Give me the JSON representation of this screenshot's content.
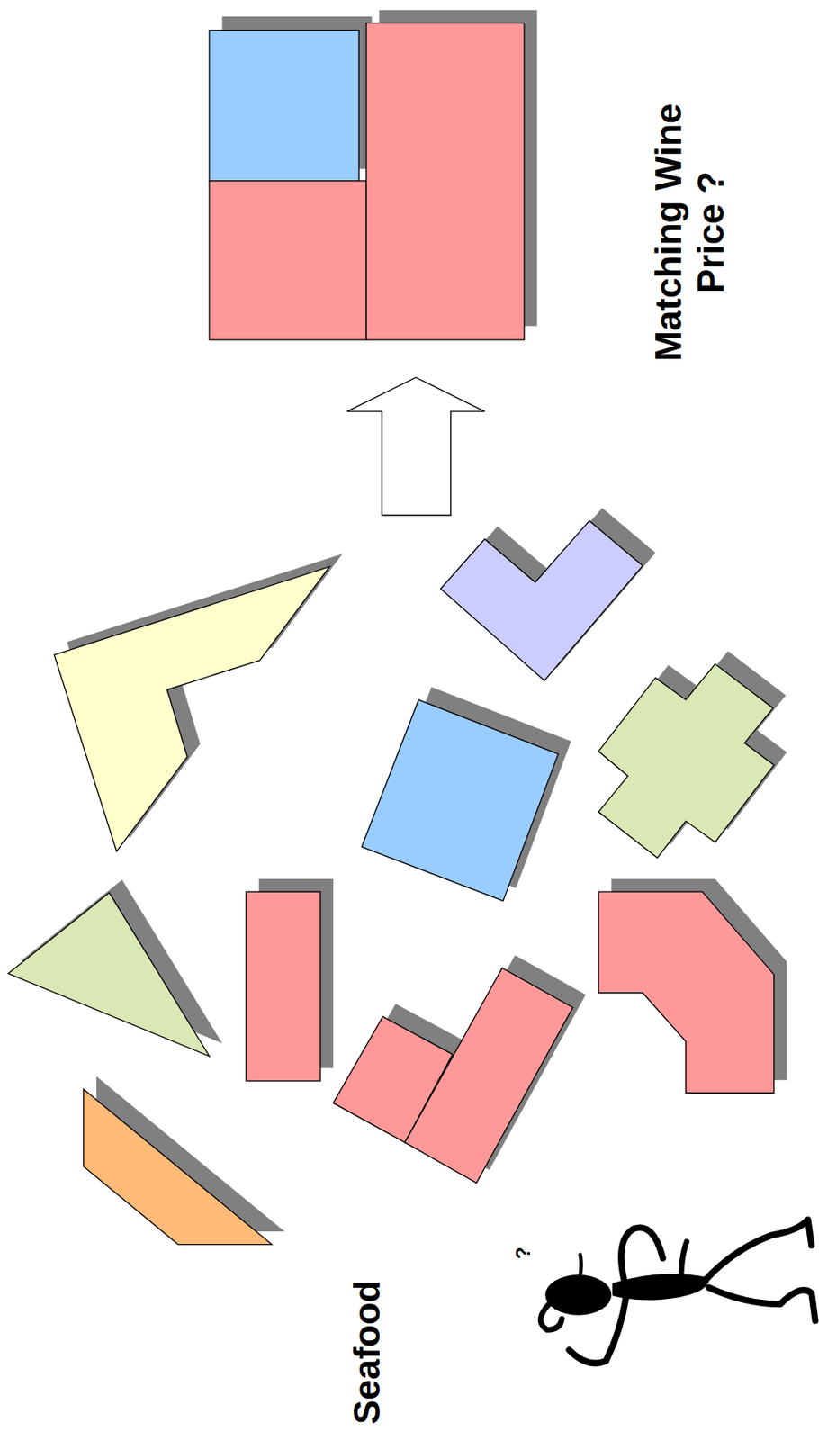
{
  "diagram": {
    "labels": [
      "Seafood",
      "Matching Wine Price ?",
      "?"
    ]
  }
}
